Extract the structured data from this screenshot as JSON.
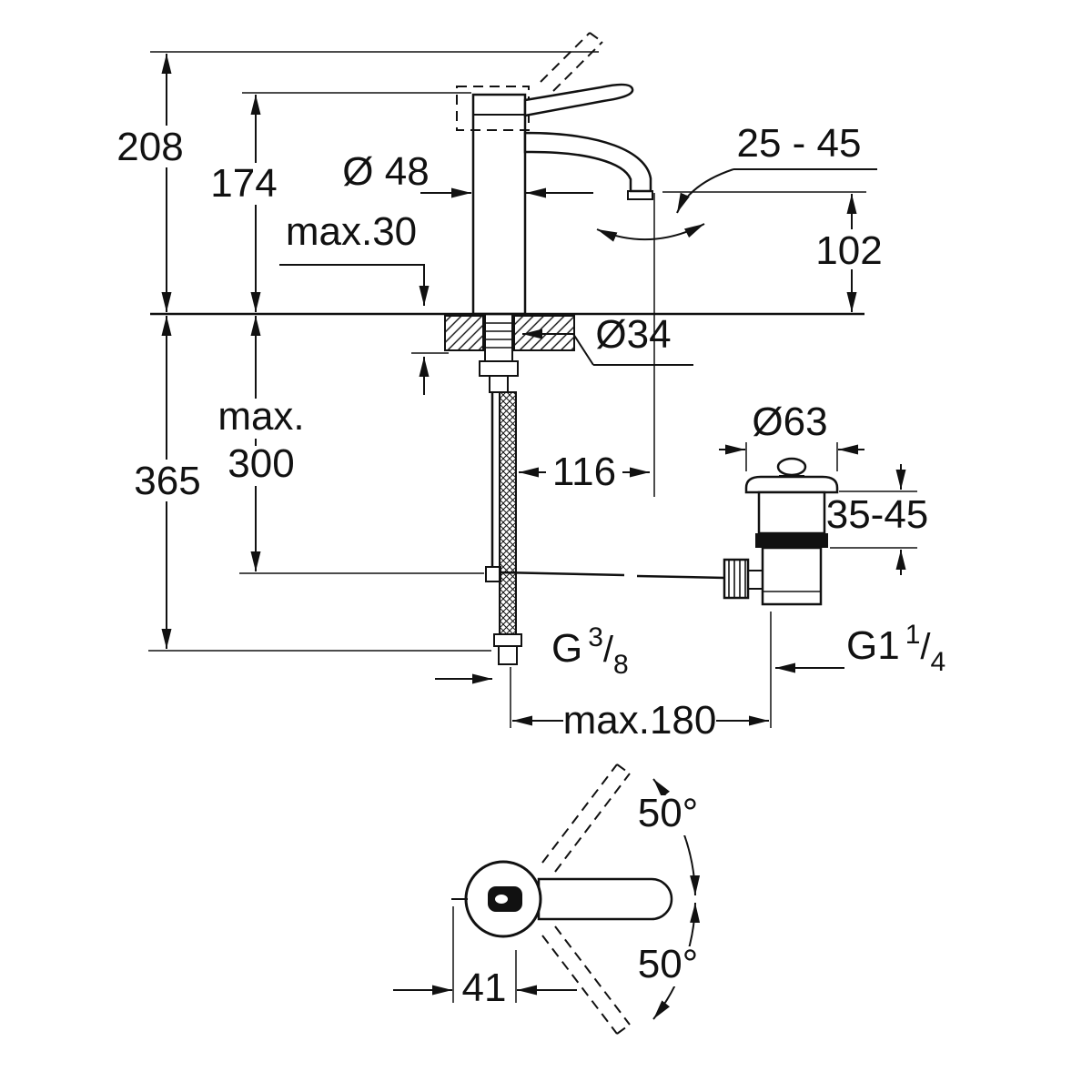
{
  "page": {
    "colors": {
      "line": "#111111",
      "background": "#ffffff"
    }
  },
  "drawing": {
    "dims": {
      "h208": "208",
      "h174": "174",
      "d48": "Ø 48",
      "r2545": "25 - 45",
      "max30": "max.30",
      "h102": "102",
      "d34": "Ø34",
      "max_word": "max.",
      "v300": "300",
      "h365": "365",
      "w116": "116",
      "d63": "Ø63",
      "r3545": "35-45",
      "g38_base": "G",
      "g38_num": "3",
      "g38_slash": "/",
      "g38_den": "8",
      "g114_base": "G1",
      "g114_num": "1",
      "g114_slash": "/",
      "g114_den": "4",
      "max180": "max.180",
      "ang_up": "50°",
      "ang_dn": "50°",
      "w41": "41"
    }
  }
}
